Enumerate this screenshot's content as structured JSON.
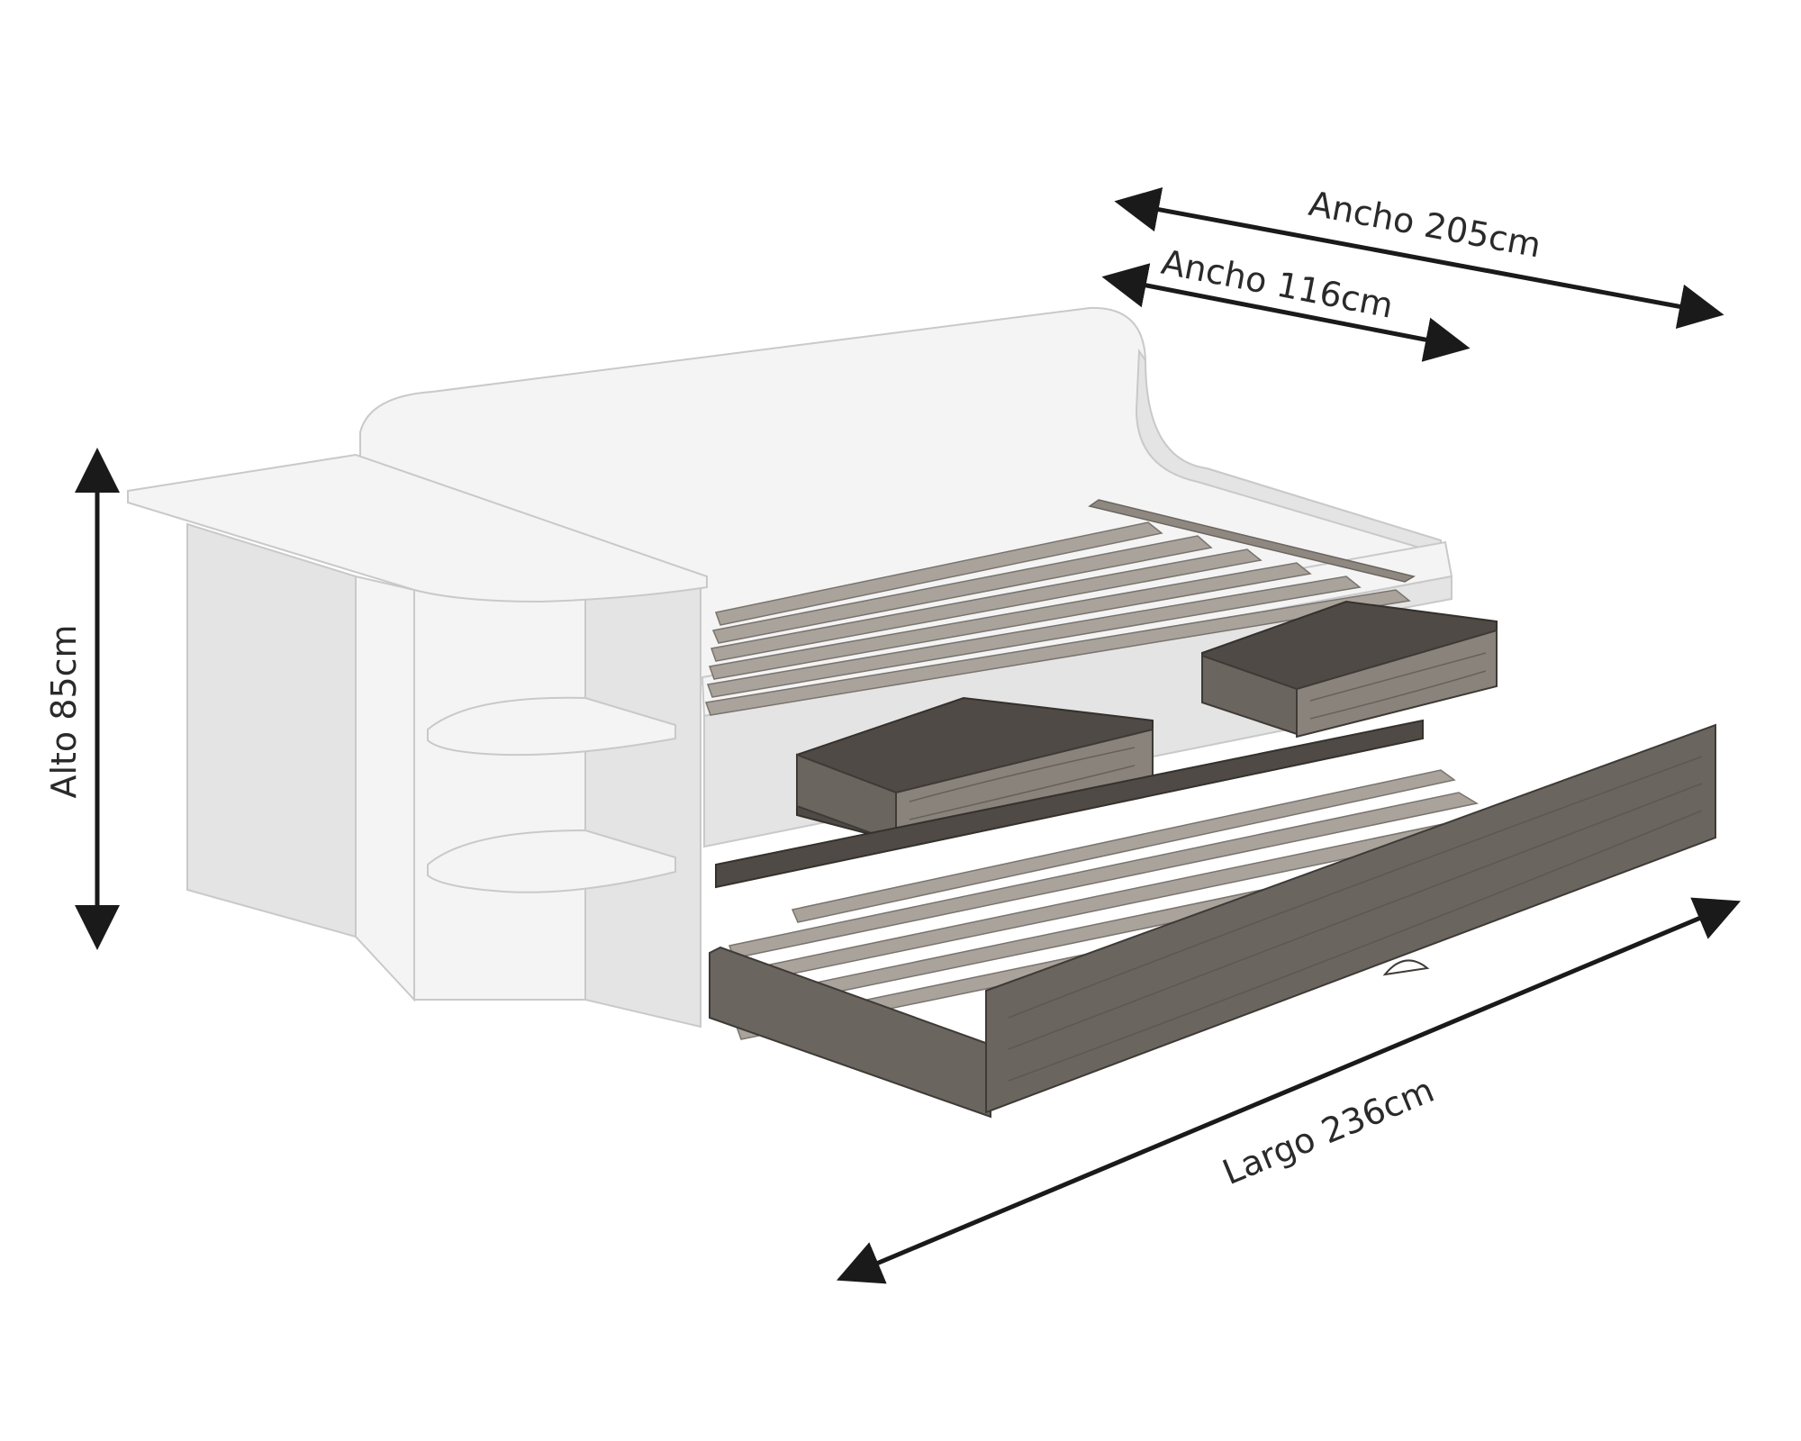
{
  "dimensions": {
    "alto": "Alto 85cm",
    "ancho_total": "Ancho 205cm",
    "ancho_cama": "Ancho 116cm",
    "largo": "Largo 236cm"
  },
  "colors": {
    "white_panel": "#f4f4f4",
    "wood": "#6b655f",
    "slats": "#a9a39c",
    "dimension_lines": "#1a1a1a"
  }
}
